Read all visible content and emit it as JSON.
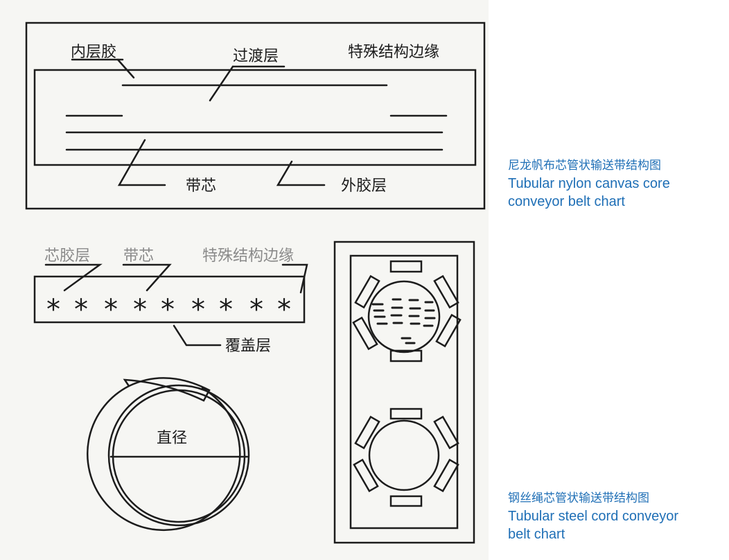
{
  "nylon_diagram": {
    "labels": {
      "inner_layer": "内层胶",
      "transition_layer": "过渡层",
      "special_edge": "特殊结构边缘",
      "belt_core": "带芯",
      "outer_layer": "外胶层"
    },
    "caption": {
      "zh": "尼龙帆布芯管状输送带结构图",
      "en_line1": "Tubular nylon canvas core",
      "en_line2": "conveyor belt chart"
    }
  },
  "steel_diagram": {
    "labels": {
      "core_rubber": "芯胶层",
      "belt_core": "带芯",
      "special_edge": "特殊结构边缘",
      "cord_symbol": "*",
      "cover_layer": "覆盖层",
      "diameter": "直径"
    },
    "caption": {
      "zh": "钢丝绳芯管状输送带结构图",
      "en_line1": "Tubular steel cord conveyor",
      "en_line2": "belt chart"
    }
  },
  "colors": {
    "caption": "#1f6fb6",
    "ink": "#1c1c1c",
    "scan_background": "#f6f6f3"
  }
}
